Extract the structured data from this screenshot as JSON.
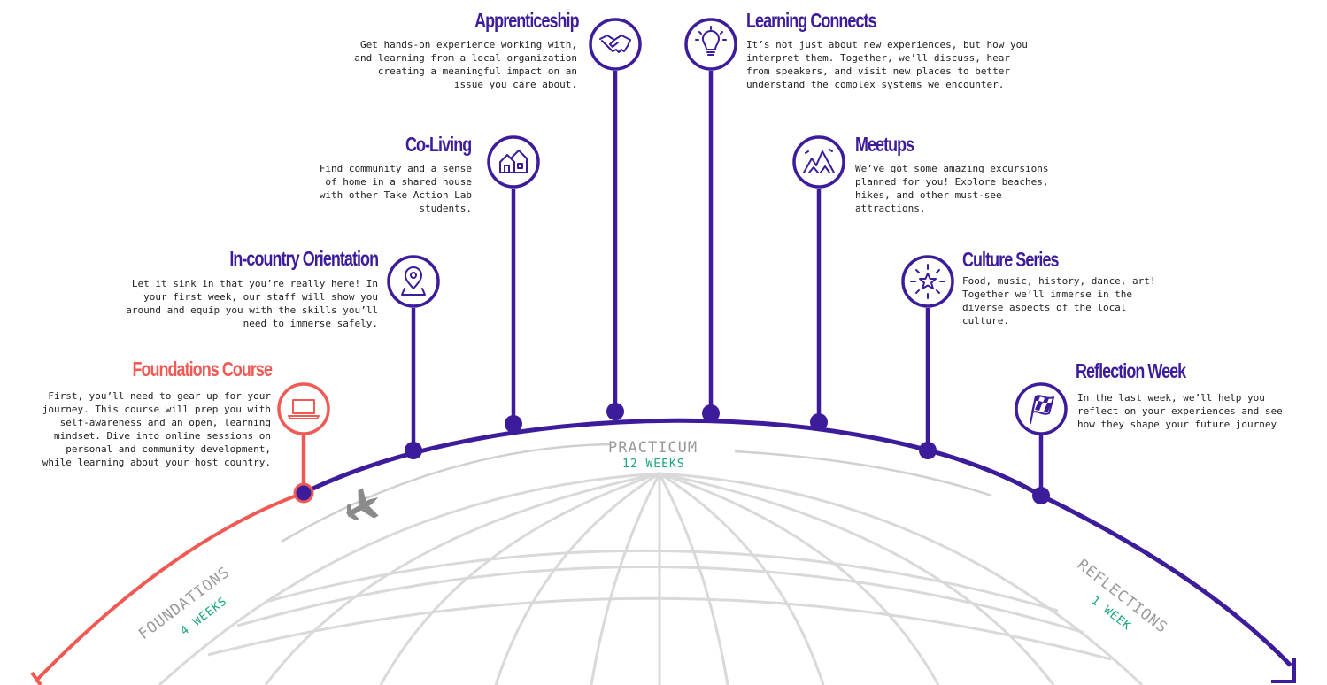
{
  "colors": {
    "accent": "#3d1c9c",
    "foundation": "#f05a55",
    "duration": "#1aa67f",
    "globe": "#d9d9d9",
    "phase_label": "#9a9a9a"
  },
  "milestones": [
    {
      "title": "Foundations Course",
      "description": "First, you’ll need to gear up for your\njourney. This course will prep you with\nself-awareness and an open, learning\nmindset. Dive into online sessions on\npersonal and community development,\nwhile learning about your host country.",
      "icon": "laptop-icon"
    },
    {
      "title": "In-country Orientation",
      "description": "Let it sink in that you’re really here! In\nyour first week, our staff will show you\naround and equip you with the skills you’ll\nneed to immerse safely.",
      "icon": "map-pin-icon"
    },
    {
      "title": "Co-Living",
      "description": "Find community and a sense\nof home in a shared house\nwith other Take Action Lab\nstudents.",
      "icon": "houses-icon"
    },
    {
      "title": "Apprenticeship",
      "description": "Get hands-on experience working with,\nand learning from a local organization\ncreating a meaningful impact on an\nissue you care about.",
      "icon": "handshake-icon"
    },
    {
      "title": "Learning Connects",
      "description": "It’s not just about new experiences, but how you\ninterpret them. Together, we’ll discuss, hear\nfrom speakers, and visit new places to better\nunderstand the complex systems we encounter.",
      "icon": "lightbulb-icon"
    },
    {
      "title": "Meetups",
      "description": "We’ve got some amazing excursions\nplanned for you! Explore beaches,\nhikes, and other must-see\nattractions.",
      "icon": "mountains-icon"
    },
    {
      "title": "Culture Series",
      "description": "Food, music, history, dance, art!\nTogether we’ll immerse in the\ndiverse aspects of the local\nculture.",
      "icon": "star-burst-icon"
    },
    {
      "title": "Reflection Week",
      "description": "In the last week, we’ll help you\nreflect on your experiences and see\nhow they shape your future journey",
      "icon": "checkered-flag-icon"
    }
  ],
  "phases": {
    "foundations": {
      "name": "FOUNDATIONS",
      "duration": "4 WEEKS"
    },
    "practicum": {
      "name": "PRACTICUM",
      "duration": "12 WEEKS"
    },
    "reflections": {
      "name": "REFLECTIONS",
      "duration": "1 WEEK"
    }
  },
  "transit_icon": "airplane-icon"
}
